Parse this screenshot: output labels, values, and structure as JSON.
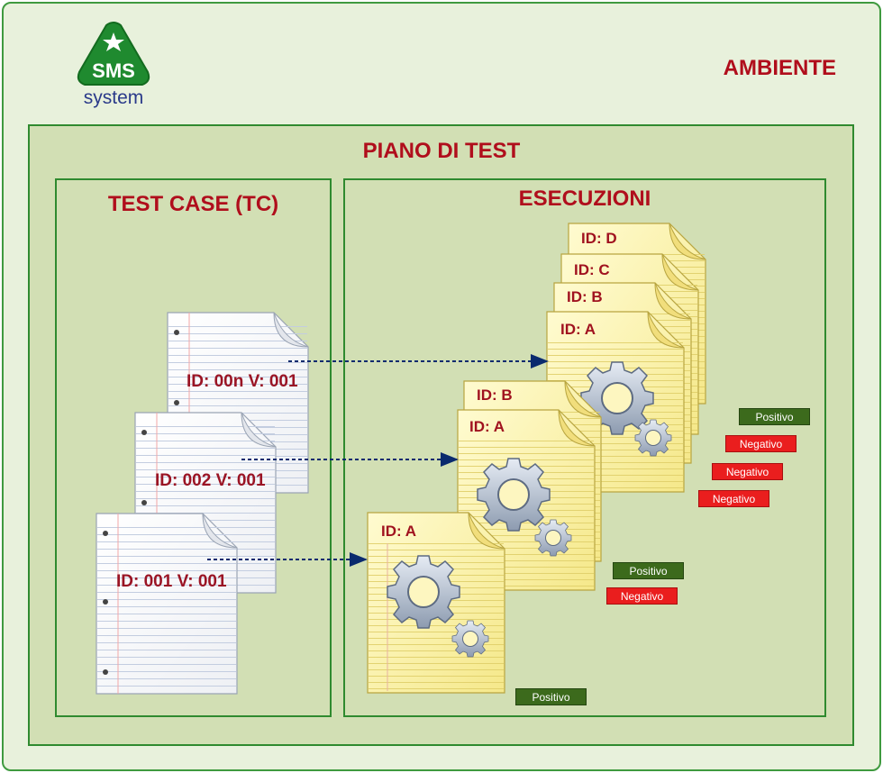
{
  "logo": {
    "mark_text": "SMS",
    "word_text": "system",
    "color": "#1f8a2f"
  },
  "ambiente": {
    "title": "AMBIENTE"
  },
  "piano": {
    "title": "PIANO DI TEST"
  },
  "test_case": {
    "title": "TEST CASE (TC)",
    "docs": [
      {
        "label": "ID: 00n V: 001"
      },
      {
        "label": "ID: 002 V: 001"
      },
      {
        "label": "ID: 001 V: 001"
      }
    ]
  },
  "esecuzioni": {
    "title": "ESECUZIONI",
    "stack3": [
      "ID: D",
      "ID: C",
      "ID: B",
      "ID: A"
    ],
    "stack2": [
      "ID: B",
      "ID: A"
    ],
    "stack1": [
      "ID: A"
    ],
    "results3": [
      "Positivo",
      "Negativo",
      "Negativo",
      "Negativo"
    ],
    "results2": [
      "Positivo",
      "Negativo"
    ],
    "results1": [
      "Positivo"
    ]
  },
  "colors": {
    "title_red": "#b00e1c",
    "border_green": "#2f8a2f",
    "positivo": "#3c6a1c",
    "negativo": "#ea1e1e",
    "arrow": "#0a2a6e"
  }
}
